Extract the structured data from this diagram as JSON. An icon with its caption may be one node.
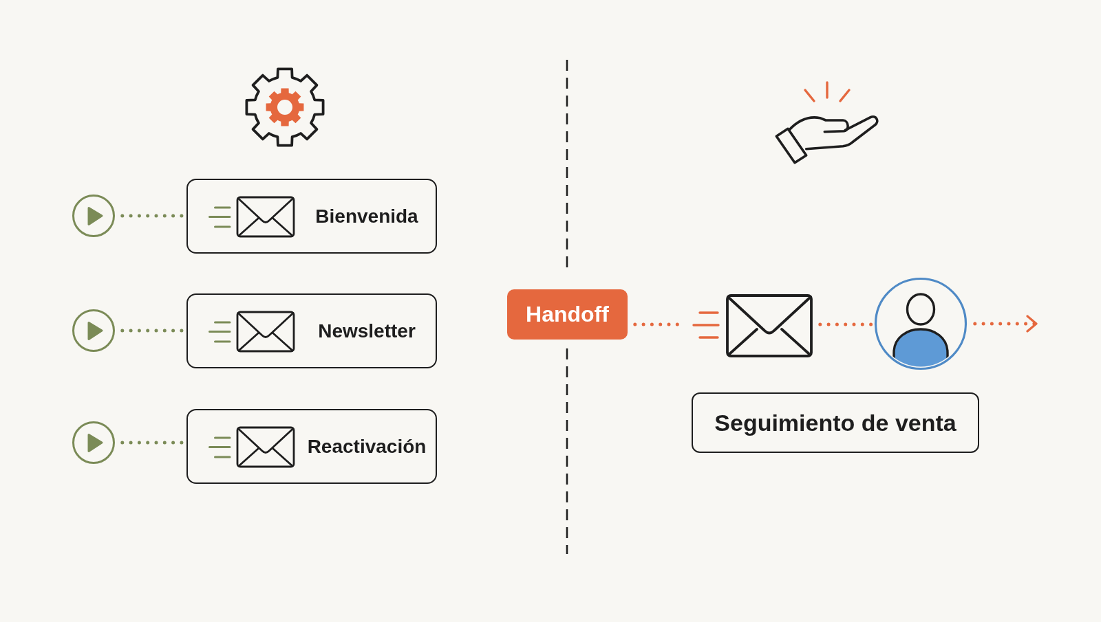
{
  "diagram": {
    "nodes": [
      {
        "text": [],
        "shape": "circle"
      },
      {
        "text": [
          "Bienvenida"
        ]
      },
      {
        "text": [],
        "shape": "circle"
      },
      {
        "text": [
          "Newsletter"
        ]
      },
      {
        "text": [],
        "shape": "circle"
      },
      {
        "text": [
          "Reactivación"
        ]
      },
      {
        "text": [
          "Handoff"
        ]
      },
      {
        "text": [],
        "shape": "box"
      },
      {
        "text": [],
        "shape": "person"
      },
      {
        "text": [
          "Seguimiento de venta"
        ]
      }
    ],
    "edges": [
      {
        "from": 0,
        "to": 1,
        "arrow": "none",
        "style": "dashed",
        "color": "#7b8b57"
      },
      {
        "from": 2,
        "to": 3,
        "arrow": "none",
        "style": "dashed",
        "color": "#7b8b57"
      },
      {
        "from": 4,
        "to": 5,
        "arrow": "none",
        "style": "dashed",
        "color": "#7b8b57"
      },
      {
        "from": 6,
        "to": 7,
        "arrow": "none",
        "style": "dashed",
        "color": "#e5683e"
      },
      {
        "from": 7,
        "to": 8,
        "arrow": "none",
        "style": "dashed",
        "color": "#e5683e"
      },
      {
        "from": 8,
        "to": null,
        "arrow": "to",
        "style": "dashed",
        "color": "#e5683e"
      }
    ]
  }
}
